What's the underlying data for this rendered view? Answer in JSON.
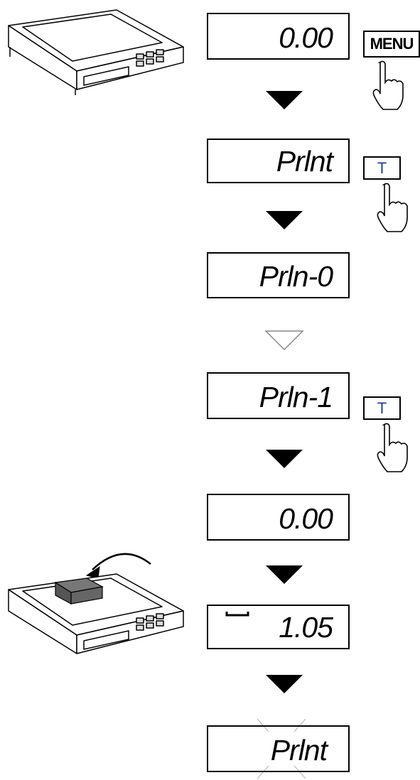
{
  "steps": [
    {
      "display": "0.00"
    },
    {
      "display": "Prlnt"
    },
    {
      "display": "Prln-0"
    },
    {
      "display": "Prln-1"
    },
    {
      "display": "0.00"
    },
    {
      "display": "1.05"
    },
    {
      "display": "Prlnt"
    }
  ],
  "keys": {
    "menu": "MENU",
    "tare_1": "T",
    "tare_2": "T"
  },
  "icons": {
    "scale": "scale-icon",
    "hand": "pointing-hand-icon",
    "weight": "weight-icon"
  }
}
